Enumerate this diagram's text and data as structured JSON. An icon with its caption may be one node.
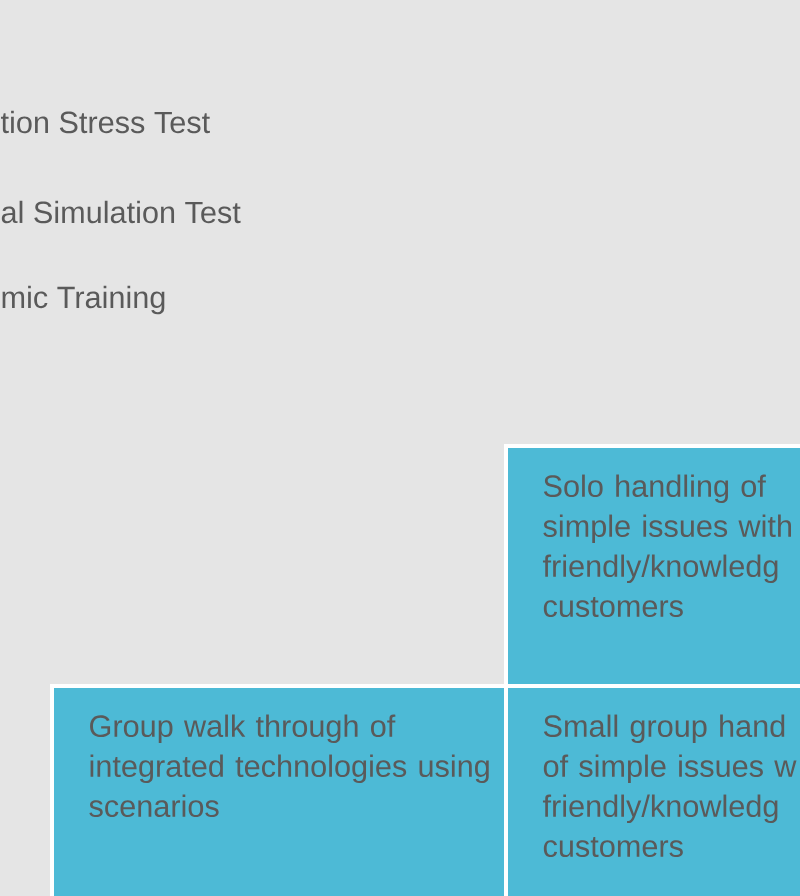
{
  "diagram": {
    "nodes": [
      {
        "text": [
          "Solo handling of simple issues with friendly/knowledg customers"
        ]
      },
      {
        "text": [
          "Group walk through of integrated technologies using scenarios"
        ]
      },
      {
        "text": [
          "Small group hand of simple issues w friendly/knowledg customers"
        ]
      }
    ],
    "labels": [
      "tion Stress Test",
      "al Simulation Test",
      "mic Training"
    ]
  }
}
